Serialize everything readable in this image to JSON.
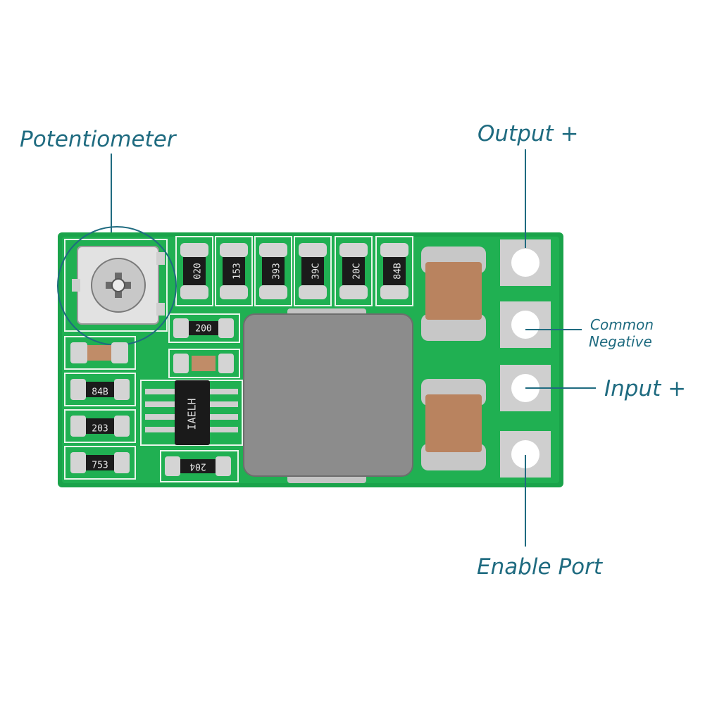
{
  "labels": {
    "potentiometer": "Potentiometer",
    "output_plus": "Output +",
    "common_negative_line1": "Common",
    "common_negative_line2": "Negative",
    "input_plus": "Input +",
    "enable_port": "Enable Port"
  },
  "components": {
    "top_resistors": [
      "020",
      "153",
      "393",
      "39C",
      "20C",
      "84B"
    ],
    "left_resistors": [
      "84B",
      "203",
      "753"
    ],
    "mid_resistors": [
      "200",
      "204"
    ],
    "ic_marking": "IAELH"
  },
  "colors": {
    "label": "#1f6b80",
    "pcb": "#1aa34a",
    "pad": "#d0d0d0",
    "inductor": "#8c8c8c",
    "capacitor": "#b9835f"
  }
}
